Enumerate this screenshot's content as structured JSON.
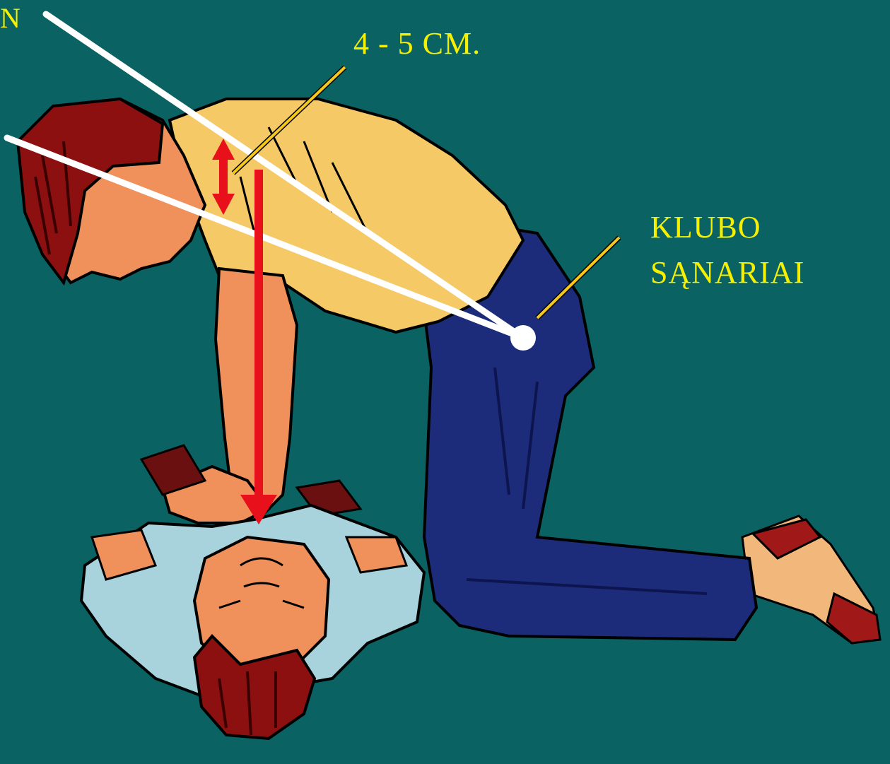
{
  "labels": {
    "corner": "N",
    "depth": "4 - 5 CM.",
    "hip_line1": "KLUBO",
    "hip_line2": "SĄNARIAI"
  },
  "colors": {
    "background": "#0a6262",
    "label": "#f6f000",
    "arrow": "#e8101a",
    "guide_line": "#ffffff",
    "shirt": "#f5c966",
    "jeans": "#1c2c7a",
    "skin": "#f0905a",
    "hair": "#8c1010",
    "patient_shirt": "#a9d3dc"
  }
}
